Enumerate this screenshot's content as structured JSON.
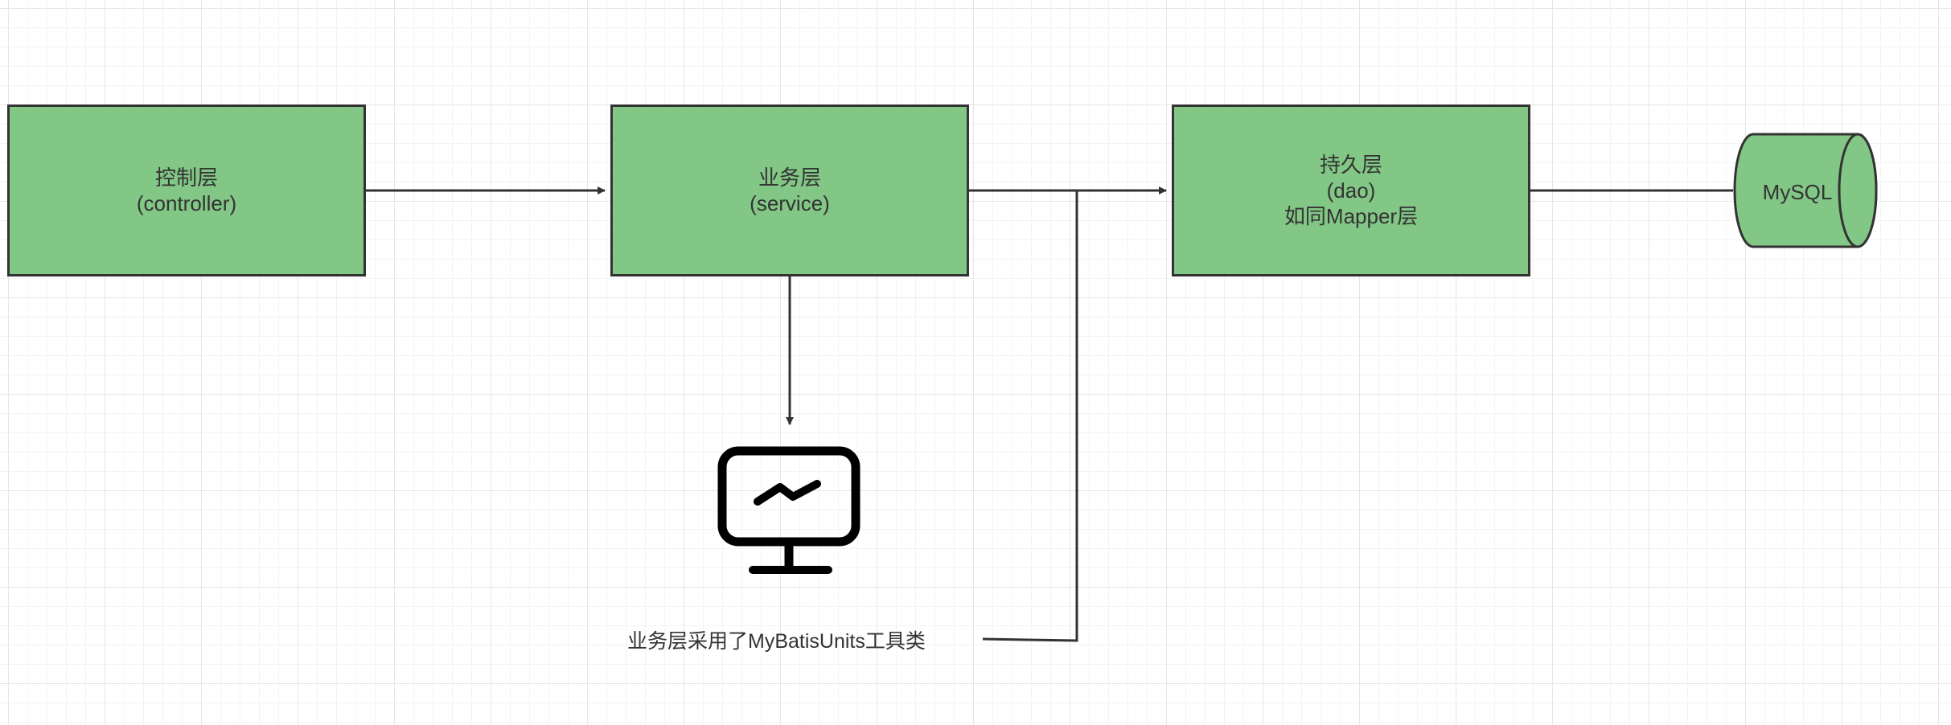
{
  "nodes": {
    "controller": {
      "line1": "控制层",
      "line2": "(controller)"
    },
    "service": {
      "line1": "业务层",
      "line2": "(service)"
    },
    "dao": {
      "line1": "持久层",
      "line2": "(dao)",
      "line3": "如同Mapper层"
    }
  },
  "database": {
    "label": "MySQL"
  },
  "note": {
    "text": "业务层采用了MyBatisUnits工具类"
  },
  "icons": {
    "utility": "monitor-chart-icon"
  },
  "colors": {
    "node_fill": "#82c785",
    "stroke": "#333333",
    "text": "#333333"
  }
}
